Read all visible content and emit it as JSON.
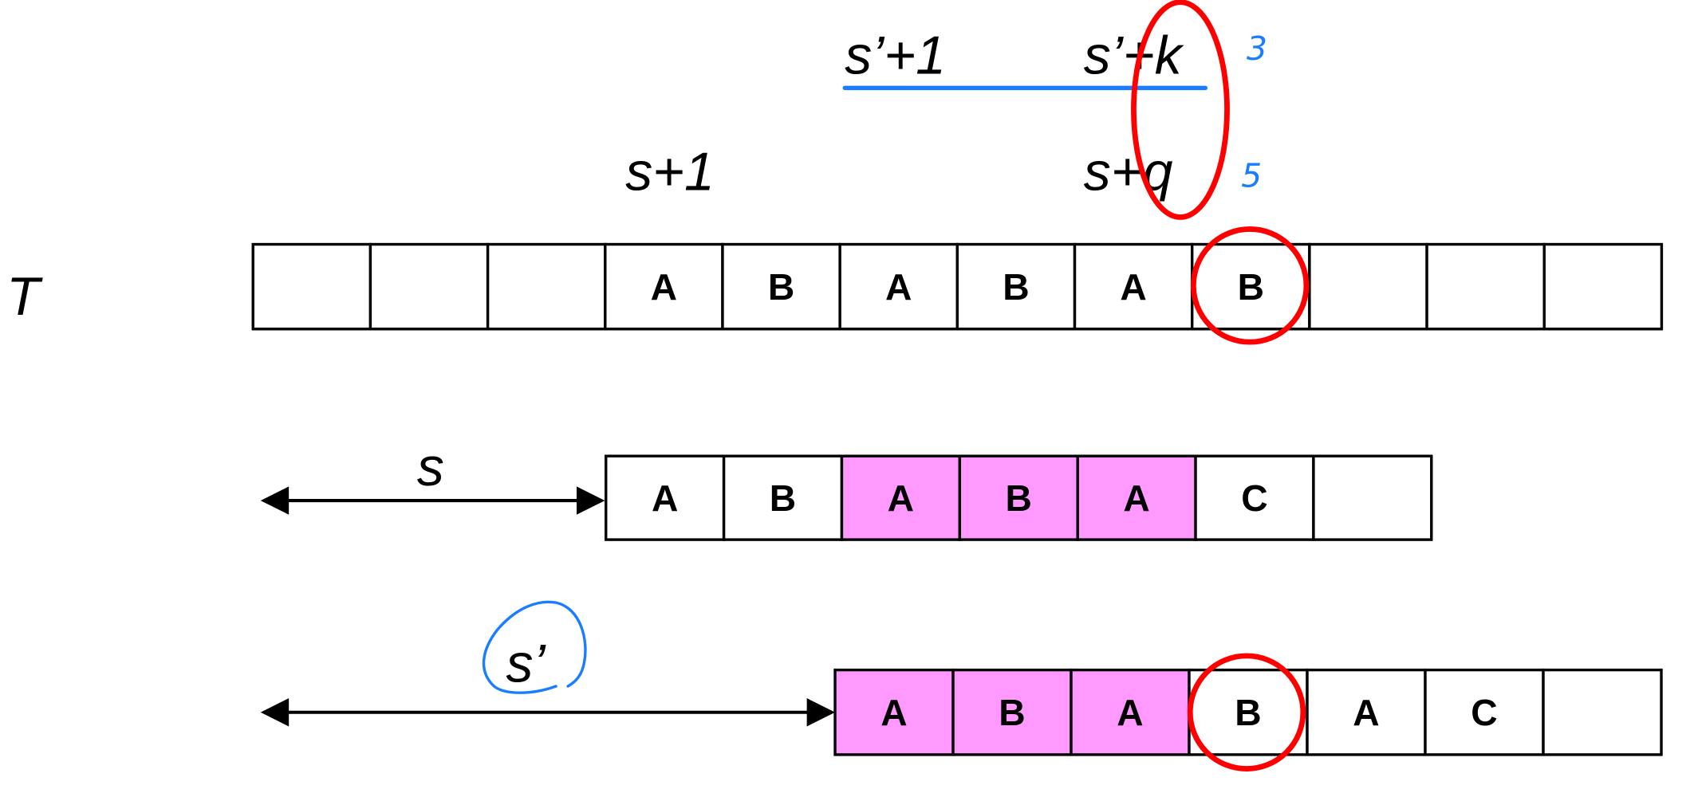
{
  "labels": {
    "s_prime_plus_1": "s’+1",
    "s_prime_plus_k": "s’+k",
    "s_plus_1": "s+1",
    "s_plus_q": "s+q",
    "T": "T",
    "s": "s",
    "s_prime": "s’",
    "note_k": "3",
    "note_q": "5"
  },
  "rows": {
    "T": [
      "",
      "",
      "",
      "A",
      "B",
      "A",
      "B",
      "A",
      "B",
      "",
      "",
      ""
    ],
    "S": [
      "A",
      "B",
      "A",
      "B",
      "A",
      "C",
      ""
    ],
    "S_prime": [
      "A",
      "B",
      "A",
      "B",
      "A",
      "C",
      ""
    ]
  },
  "highlight": {
    "S": [
      2,
      3,
      4
    ],
    "S_prime": [
      0,
      1,
      2
    ]
  },
  "colors": {
    "highlight": "#ff99ff",
    "circle": "#ff0000",
    "annotation": "#1a7cff"
  }
}
